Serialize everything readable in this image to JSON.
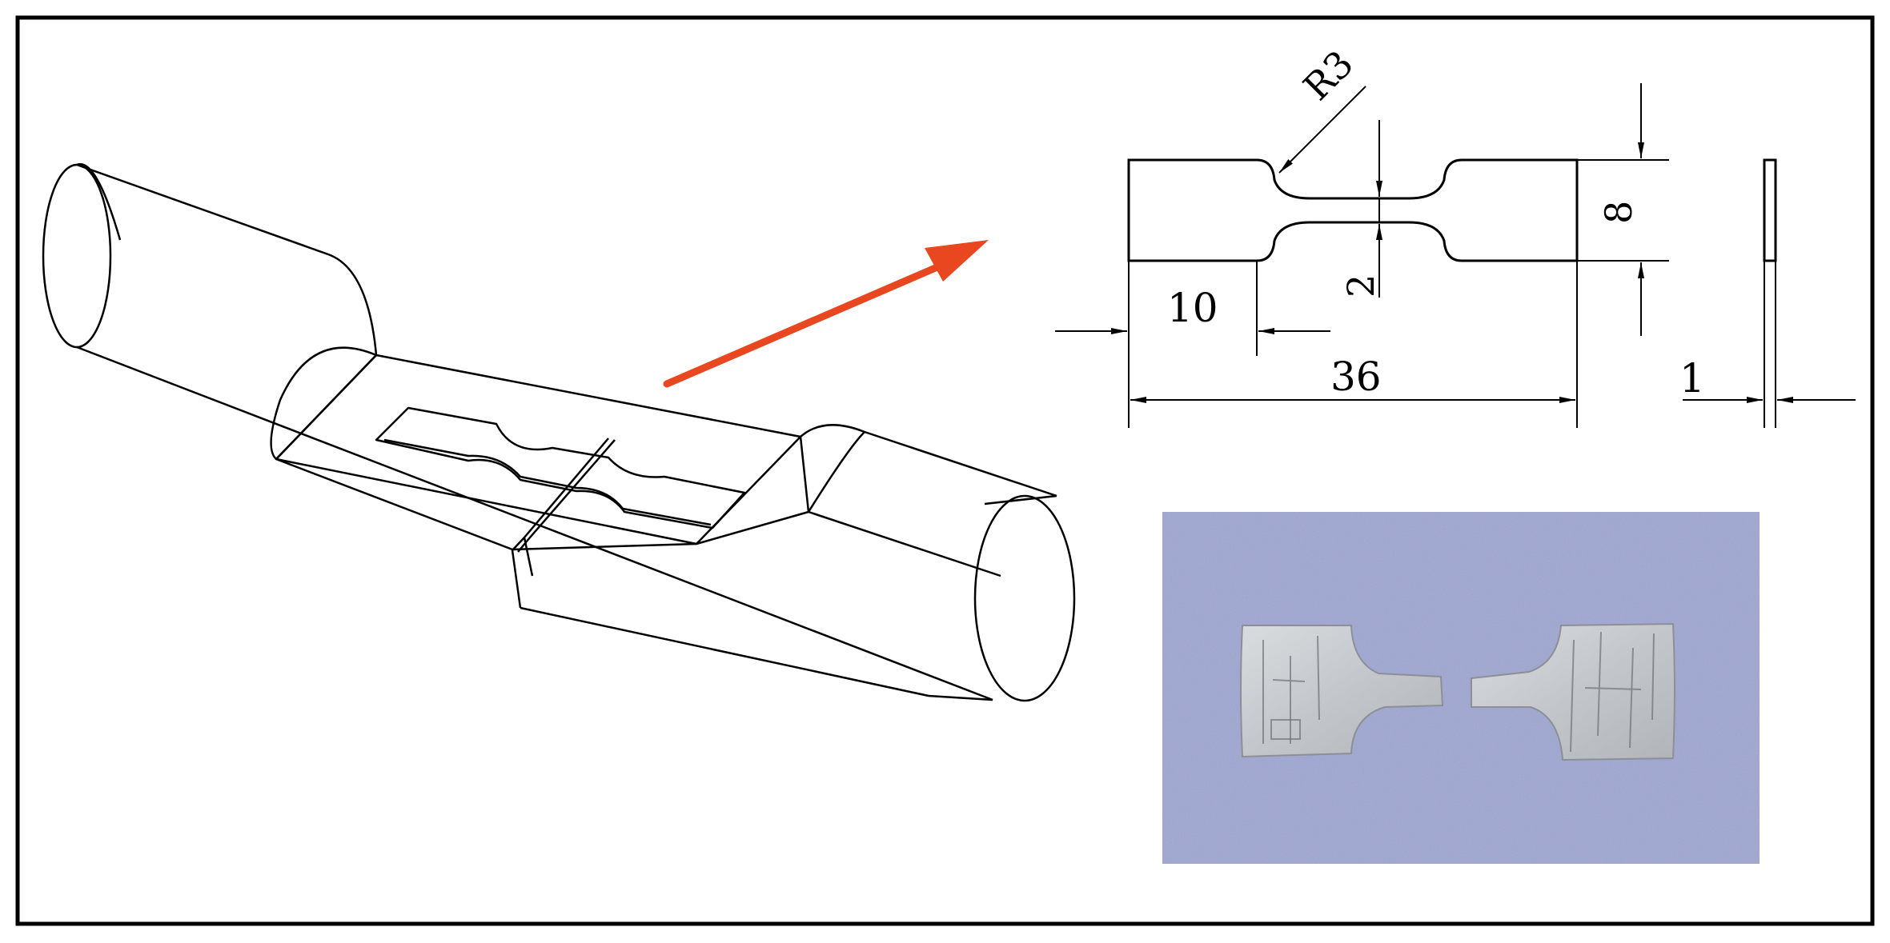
{
  "dimensions": {
    "radius": "R3",
    "gauge_width": "2",
    "grip_width": "8",
    "grip_length": "10",
    "total_length": "36",
    "thickness": "1"
  },
  "colors": {
    "arrow": "#e8471f",
    "photo_background": "#9fa6d1",
    "specimen_metal": "#c8cbcf"
  },
  "icons": {
    "pointer_arrow": "arrow-right-icon"
  }
}
